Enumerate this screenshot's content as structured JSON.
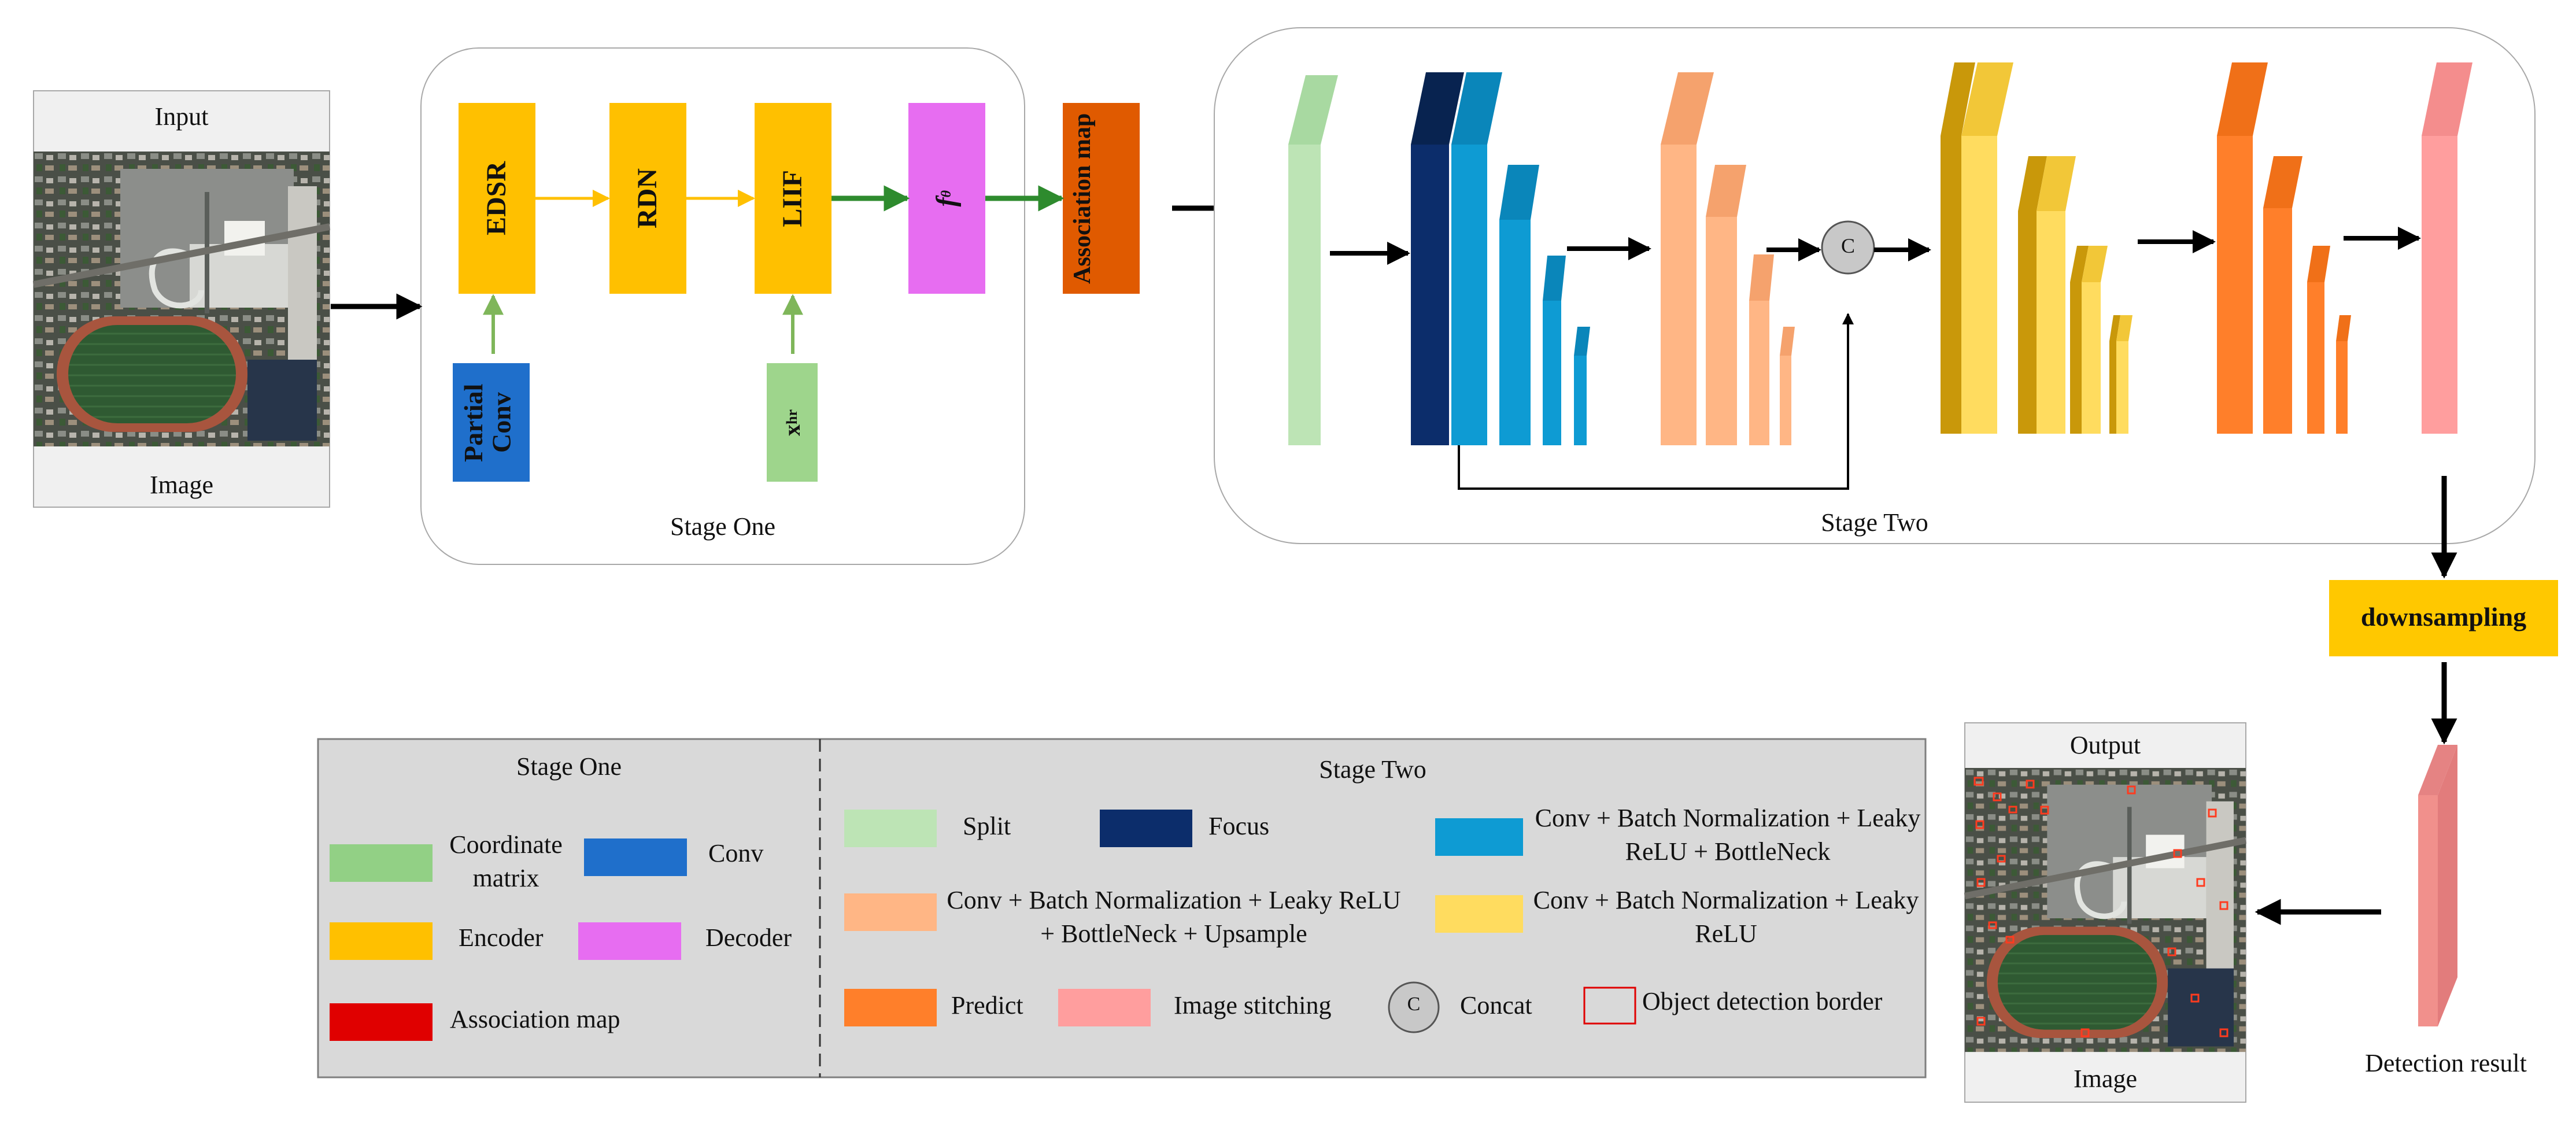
{
  "input": {
    "title": "Input",
    "caption": "Image"
  },
  "output": {
    "title": "Output",
    "caption": "Image"
  },
  "stage_one": {
    "label": "Stage One",
    "blocks": {
      "edsr": "EDSR",
      "rdn": "RDN",
      "liif": "LIIF",
      "f_theta": "f",
      "theta_sub": "θ",
      "assoc_map": "Association map",
      "partial_conv": "Partial Conv",
      "xhr": "x",
      "xhr_sub": "hr"
    }
  },
  "stage_two": {
    "label": "Stage Two",
    "concat_symbol": "C"
  },
  "downsampling": "downsampling",
  "detection_result": "Detection result",
  "legend": {
    "stage_one": {
      "title": "Stage One",
      "items": [
        {
          "label": "Coordinate matrix",
          "color": "#92D085"
        },
        {
          "label": "Conv",
          "color": "#1F6FCB"
        },
        {
          "label": "Encoder",
          "color": "#FFC000"
        },
        {
          "label": "Decoder",
          "color": "#E76DF1"
        },
        {
          "label": "Association map",
          "color": "#E00000"
        }
      ]
    },
    "stage_two": {
      "title": "Stage Two",
      "items": [
        {
          "label": "Split",
          "color": "#BDE4B5"
        },
        {
          "label": "Focus",
          "color": "#0C2D6B"
        },
        {
          "label": "Conv + Batch Normalization + Leaky ReLU + BottleNeck",
          "color": "#0E9BD3"
        },
        {
          "label": "Conv + Batch Normalization + Leaky ReLU + BottleNeck + Upsample",
          "color": "#FFB685"
        },
        {
          "label": "Conv + Batch Normalization + Leaky ReLU",
          "color": "#FFDC5F"
        },
        {
          "label": "Predict",
          "color": "#FF7F2A"
        },
        {
          "label": "Image stitching",
          "color": "#FF9E9E"
        },
        {
          "label": "Concat",
          "symbol": "C"
        },
        {
          "label": "Object detection border",
          "color": "#E00000"
        }
      ]
    }
  }
}
